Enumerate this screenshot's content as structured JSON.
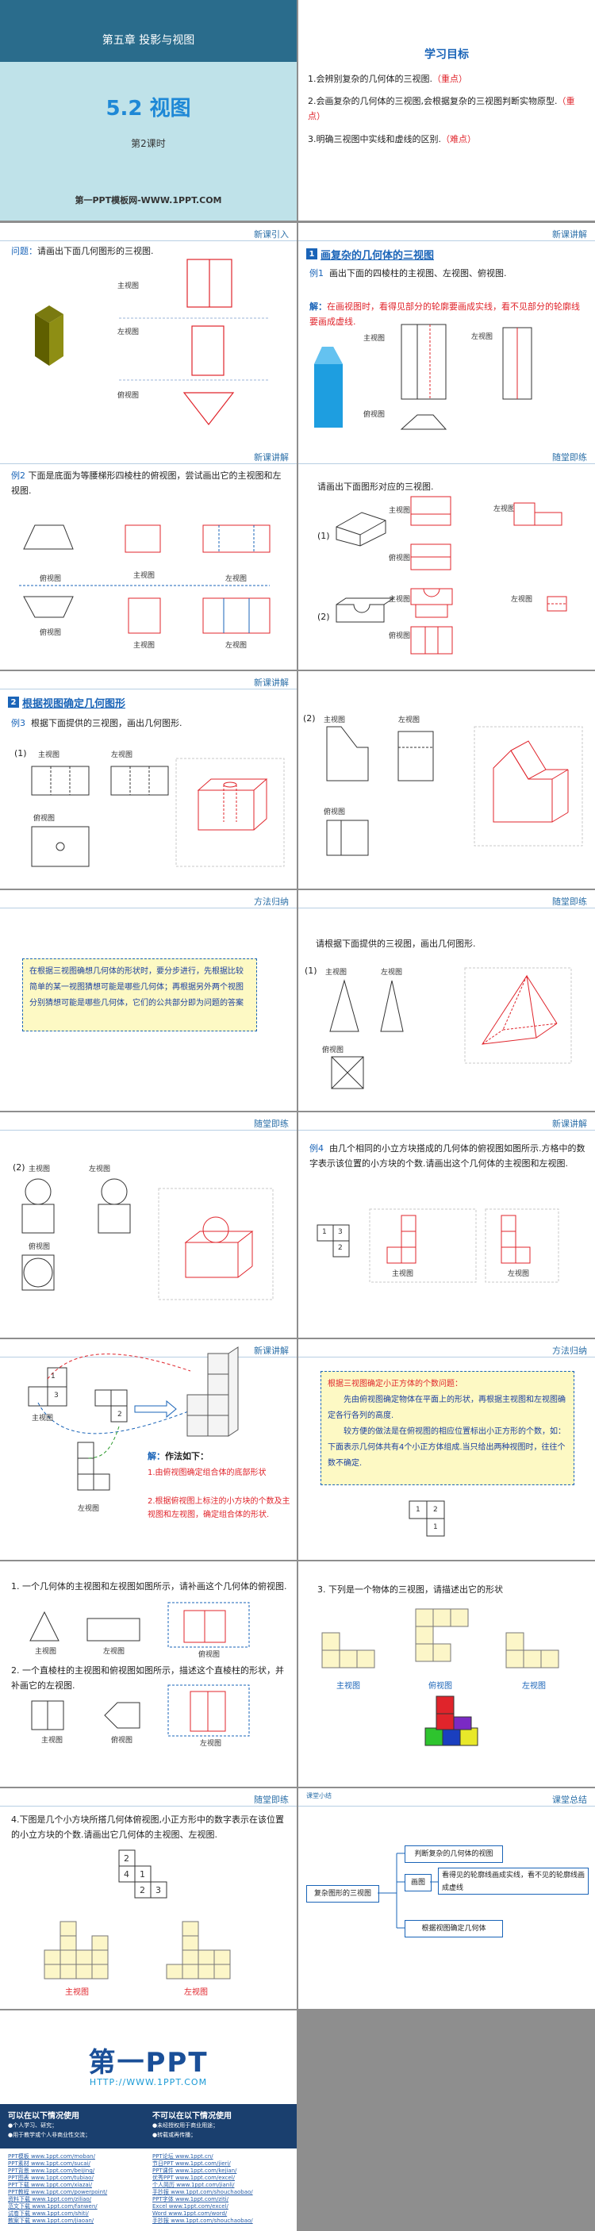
{
  "tags": {
    "new_intro": "新课引入",
    "new_teach": "新课讲解",
    "practice": "随堂即练",
    "method": "方法归纳",
    "summary": "课堂总结",
    "summary_small": "课堂小结"
  },
  "cover": {
    "chapter": "第五章  投影与视图",
    "lesson_title": "5.2   视图",
    "period": "第2课时",
    "website": "第一PPT模板网-WWW.1PPT.COM"
  },
  "goals": {
    "title": "学习目标",
    "items": [
      {
        "text": "1.会辨别复杂的几何体的三视图.",
        "mark": "（重点）"
      },
      {
        "text": "2.会画复杂的几何体的三视图,会根据复杂的三视图判断实物原型.",
        "mark": "（重点）"
      },
      {
        "text": "3.明确三视图中实线和虚线的区别.",
        "mark": "（难点）"
      }
    ]
  },
  "views": {
    "main": "主视图",
    "left": "左视图",
    "top": "俯视图",
    "main_colored": "主视图",
    "top_colored": "俯视图",
    "left_colored": "左视图"
  },
  "s3": {
    "question_label": "问题：",
    "question": "请画出下面几何图形的三视图."
  },
  "s4": {
    "num": "1",
    "section": "画复杂的几何体的三视图",
    "example": "例1",
    "prompt": "画出下面的四棱柱的主视图、左视图、俯视图.",
    "solution_label": "解：",
    "solution": "在画视图时，看得见部分的轮廓要画成实线，看不见部分的轮廓线要画成虚线."
  },
  "s5": {
    "example": "例2",
    "prompt": "下面是底面为等腰梯形四棱柱的俯视图，尝试画出它的主视图和左视图."
  },
  "s6": {
    "prompt": "请画出下面图形对应的三视图.",
    "n1": "(1)",
    "n2": "(2)"
  },
  "s7": {
    "num": "2",
    "section": "根据视图确定几何图形",
    "example": "例3",
    "prompt": "根据下面提供的三视图，画出几何图形.",
    "n1": "(1)"
  },
  "s8": {
    "n2": "(2)"
  },
  "s9": {
    "text": "在根据三视图确想几何体的形状时，要分步进行，先根据比较简单的某一视图猜想可能是哪些几何体；再根据另外两个视图分别猜想可能是哪些几何体，它们的公共部分即为问题的答案"
  },
  "s10": {
    "prompt": "请根据下面提供的三视图，画出几何图形.",
    "n1": "(1)"
  },
  "s11": {
    "n2": "(2)"
  },
  "s12": {
    "example": "例4",
    "prompt": "由几个相同的小立方块搭成的几何体的俯视图如图所示.方格中的数字表示该位置的小方块的个数.请画出这个几何体的主视图和左视图.",
    "grid": [
      "1",
      "3",
      "2"
    ]
  },
  "s13": {
    "grid": [
      "1",
      "3",
      "2"
    ],
    "solve_label": "解：",
    "solve_title": "作法如下：",
    "step1": "1.由俯视图确定组合体的底部形状",
    "step2": "2.根据俯视图上标注的小方块的个数及主视图和左视图，确定组合体的形状."
  },
  "s14": {
    "title": "根据三视图确定小正方体的个数问题：",
    "p1": "先由俯视图确定物体在平面上的形状，再根据主视图和左视图确定各行各列的高度.",
    "p2": "较方便的做法是在俯视图的相应位置标出小正方形的个数，如：下面表示几何体共有4个小正方体组成.当只给出两种视图时，往往个数不确定.",
    "grid": [
      "1",
      "2",
      "1"
    ]
  },
  "s15": {
    "q1": "1. 一个几何体的主视图和左视图如图所示，请补画这个几何体的俯视图.",
    "q2": "2. 一个直棱柱的主视图和俯视图如图所示，描述这个直棱柱的形状，并补画它的左视图."
  },
  "s16": {
    "q3": "3. 下列是一个物体的三视图，请描述出它的形状"
  },
  "s17": {
    "q4": "4.下图是几个小方块所搭几何体俯视图,小正方形中的数字表示在该位置的小立方块的个数.请画出它几何体的主视图、左视图.",
    "grid": [
      "2",
      "4",
      "1",
      "2",
      "3"
    ]
  },
  "s18": {
    "root": "复杂图形的三视图",
    "b1": "判断复杂的几何体的视图",
    "b2_label": "画图",
    "b2": "看得见的轮廓线画成实线，看不见的轮廓线画成虚线",
    "b3": "根据视图确定几何体"
  },
  "brand": {
    "logo": "第一PPT",
    "url": "HTTP://WWW.1PPT.COM",
    "can_title": "可以在以下情况使用",
    "can_items": [
      "●个人学习、研究；",
      "●用于教学或个人非商业性交流；"
    ],
    "cannot_title": "不可以在以下情况使用",
    "cannot_items": [
      "●未经授权用于商业用途；",
      "●转载或再传播；"
    ],
    "links_left": [
      "PPT模板 www.1ppt.com/moban/",
      "PPT素材 www.1ppt.com/sucai/",
      "PPT背景 www.1ppt.com/beijing/",
      "PPT图表 www.1ppt.com/tubiao/",
      "PPT下载 www.1ppt.com/xiazai/",
      "PPT教程 www.1ppt.com/powerpoint/",
      "资料下载 www.1ppt.com/ziliao/",
      "范文下载 www.1ppt.com/fanwen/",
      "试卷下载 www.1ppt.com/shiti/",
      "教案下载 www.1ppt.com/jiaoan/"
    ],
    "links_right": [
      "PPT论坛 www.1ppt.cn/",
      "节日PPT www.1ppt.com/jieri/",
      "PPT课件 www.1ppt.com/kejian/",
      "优秀PPT www.1ppt.com/excel/",
      "个人简历 www.1ppt.com/jianli/",
      "手抄报 www.1ppt.com/shouchaobao/",
      "PPT字体 www.1ppt.com/ziti/",
      "Excel www.1ppt.com/excel/",
      "Word www.1ppt.com/word/",
      "手抄报 www.1ppt.com/shouchaobao/"
    ]
  }
}
